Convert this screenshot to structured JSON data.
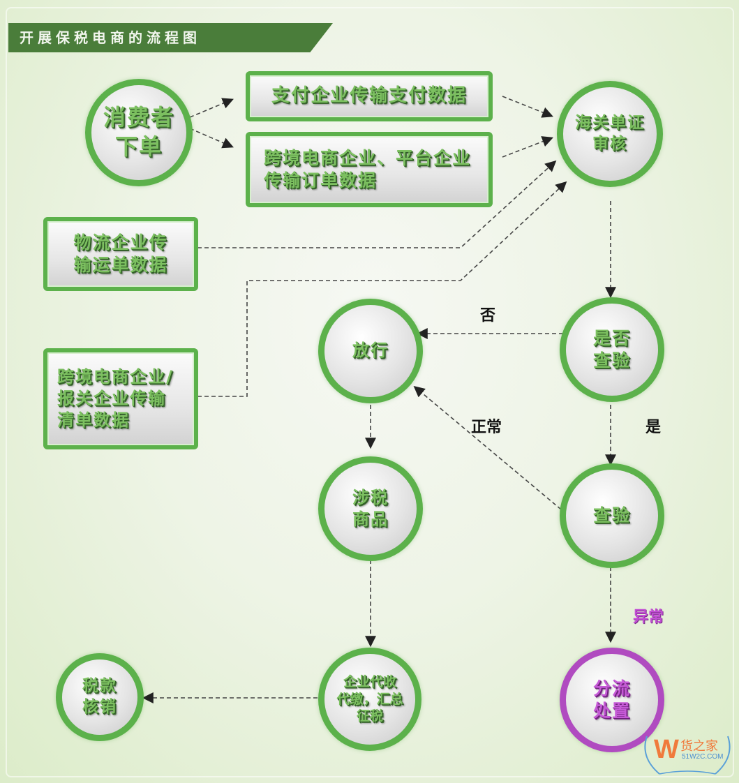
{
  "title": "开展保税电商的流程图",
  "colors": {
    "green_accent": "#5cb14b",
    "title_banner": "#4a7d3a",
    "purple_accent": "#b04bc0",
    "arrow": "#333333"
  },
  "nodes": {
    "consumer_order": {
      "line1": "消费者",
      "line2": "下单",
      "shape": "circle"
    },
    "payment_data": {
      "line1": "支付企业传输支付数据",
      "shape": "box"
    },
    "order_data": {
      "line1": "跨境电商企业、平台企业",
      "line2": "传输订单数据",
      "shape": "box"
    },
    "logistics_data": {
      "line1": "物流企业传",
      "line2": "输运单数据",
      "shape": "box"
    },
    "manifest_data": {
      "line1": "跨境电商企业/",
      "line2": "报关企业传输",
      "line3": "清单数据",
      "shape": "box"
    },
    "customs_review": {
      "line1": "海关单证",
      "line2": "审核",
      "shape": "circle"
    },
    "inspect_decision": {
      "line1": "是否",
      "line2": "查验",
      "shape": "circle"
    },
    "release": {
      "line1": "放行",
      "shape": "circle"
    },
    "inspection": {
      "line1": "查验",
      "shape": "circle"
    },
    "taxable_goods": {
      "line1": "涉税",
      "line2": "商品",
      "shape": "circle"
    },
    "tax_collection": {
      "line1": "企业代收",
      "line2": "代缴，汇总",
      "line3": "征税",
      "shape": "circle"
    },
    "tax_writeoff": {
      "line1": "税款",
      "line2": "核销",
      "shape": "circle"
    },
    "diversion": {
      "line1": "分流",
      "line2": "处置",
      "shape": "circle",
      "color": "purple"
    }
  },
  "edge_labels": {
    "no": "否",
    "yes": "是",
    "normal": "正常",
    "abnormal": "异常"
  },
  "edges": [
    {
      "from": "consumer_order",
      "to": "payment_data"
    },
    {
      "from": "consumer_order",
      "to": "order_data"
    },
    {
      "from": "payment_data",
      "to": "customs_review"
    },
    {
      "from": "order_data",
      "to": "customs_review"
    },
    {
      "from": "logistics_data",
      "to": "customs_review"
    },
    {
      "from": "manifest_data",
      "to": "customs_review"
    },
    {
      "from": "customs_review",
      "to": "inspect_decision"
    },
    {
      "from": "inspect_decision",
      "to": "release",
      "label": "否"
    },
    {
      "from": "inspect_decision",
      "to": "inspection",
      "label": "是"
    },
    {
      "from": "inspection",
      "to": "release",
      "label": "正常"
    },
    {
      "from": "inspection",
      "to": "diversion",
      "label": "异常"
    },
    {
      "from": "release",
      "to": "taxable_goods"
    },
    {
      "from": "taxable_goods",
      "to": "tax_collection"
    },
    {
      "from": "tax_collection",
      "to": "tax_writeoff"
    }
  ],
  "watermark": {
    "logo_letter": "W",
    "name": "货之家",
    "site": "51W2C.COM"
  }
}
